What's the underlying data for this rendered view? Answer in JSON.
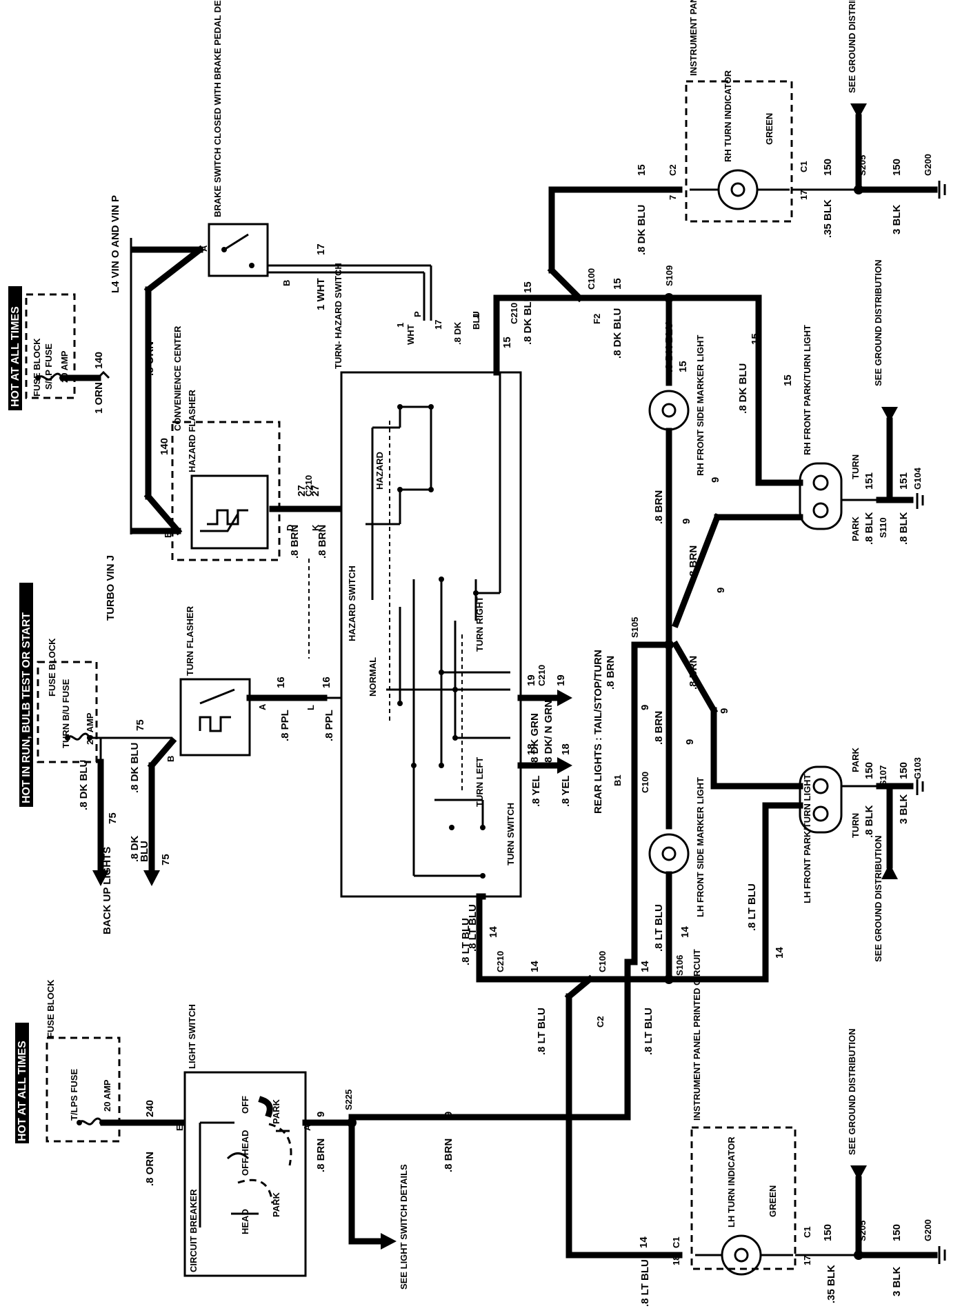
{
  "header_bars": {
    "hot_all_times_top": "HOT AT ALL TIMES",
    "hot_run_bulb_start": "HOT IN RUN,  BULB TEST OR START",
    "hot_all_times_bottom": "HOT AT ALL TIMES"
  },
  "fuse_blocks": {
    "slp": {
      "block": "FUSE BLOCK",
      "name": "S/LP FUSE",
      "rating": "20 AMP",
      "circuit": "140",
      "wire": "1 ORN"
    },
    "turn_bu": {
      "block": "FUSE BLOCK",
      "name": "TURN B/U FUSE",
      "rating": "20 AMP",
      "circuit": "75"
    },
    "tlps": {
      "block": "FUSE BLOCK",
      "name": "T/LPS FUSE",
      "rating": "20 AMP",
      "circuit": "240",
      "wire": ".8 ORN"
    }
  },
  "components": {
    "brake_switch": "BRAKE SWITCH CLOSED WITH BRAKE PEDAL DEPRESSED",
    "l4_vin": "L4 VIN O AND VIN P",
    "turbo_vin": "TURBO VIN J",
    "convenience_center": "CONVENIENCE CENTER",
    "hazard_flasher": "HAZARD FLASHER",
    "turn_hazard_switch": "TURN- HAZARD SWITCH",
    "hazard_switch": "HAZARD SWITCH",
    "turn_switch": "TURN SWITCH",
    "hazard": "HAZARD",
    "normal": "NORMAL",
    "turn_right": "TURN RIGHT",
    "turn_left": "TURN LEFT",
    "turn_flasher": "TURN FLASHER",
    "back_up_lights": "BACK UP LIGHTS",
    "light_switch": "LIGHT SWITCH",
    "circuit_breaker": "CIRCUIT BREAKER",
    "see_light_switch": "SEE LIGHT SWITCH DETAILS",
    "rear_lights": "REAR LIGHTS : TAIL/STOP/TURN",
    "rh_front_side_marker": "RH FRONT SIDE MARKER LIGHT",
    "lh_front_side_marker": "LH FRONT SIDE MARKER LIGHT",
    "rh_front_park_turn": "RH FRONT PARK/TURN LIGHT",
    "lh_front_park_turn": "LH FRONT PARK/TURN LIGHT",
    "ip_printed_circuit": "INSTRUMENT PANEL PRINTED CIRCUIT",
    "rh_turn_indicator": "RH TURN INDICATOR",
    "lh_turn_indicator": "LH TURN INDICATOR",
    "green": "GREEN",
    "see_ground": "SEE GROUND DISTRIBUTION",
    "park": "PARK",
    "turn": "TURN",
    "off": "OFF",
    "head": "HEAD",
    "off_head": "OFF HEAD"
  },
  "connectors": [
    "C100",
    "C210",
    "C1",
    "C2",
    "S109",
    "S105",
    "S106",
    "S225",
    "S205",
    "S110",
    "S107",
    "G200",
    "G104",
    "G103"
  ],
  "wires": {
    "brn8": ".8 BRN",
    "dkblu8": ".8 DK BLU",
    "ltblu8": ".8 LT BLU",
    "ppl8": ".8 PPL",
    "dkgrn8": ".8 DK GRN",
    "dkngrn": ".8 DK/ N GRN",
    "yel8": ".8 YEL",
    "blk8": ".8 BLK",
    "blk3": "3 BLK",
    "blk35": ".35 BLK",
    "orn8": ".8 ORN",
    "wht1": "1 WHT",
    "wht": "WHT",
    "orn1": "1 ORN",
    "dk_blu_abbr": ".8 DK BLU"
  }
}
